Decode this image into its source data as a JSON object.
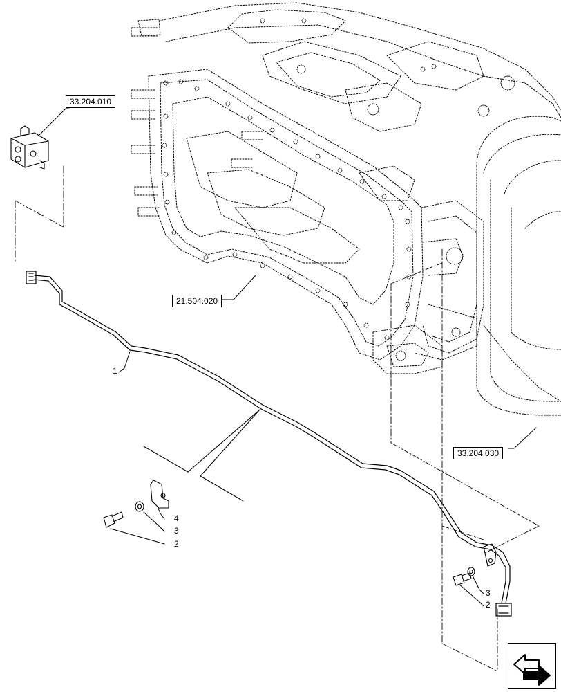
{
  "references": {
    "top_left": "33.204.010",
    "frame": "21.504.020",
    "right": "33.204.030"
  },
  "callouts": {
    "pipe": "1",
    "bolt_left": "2",
    "washer_left": "3",
    "clip_left": "4",
    "washer_right": "3",
    "bolt_right": "2"
  },
  "navigation": {
    "icon": "return-arrow-icon"
  }
}
